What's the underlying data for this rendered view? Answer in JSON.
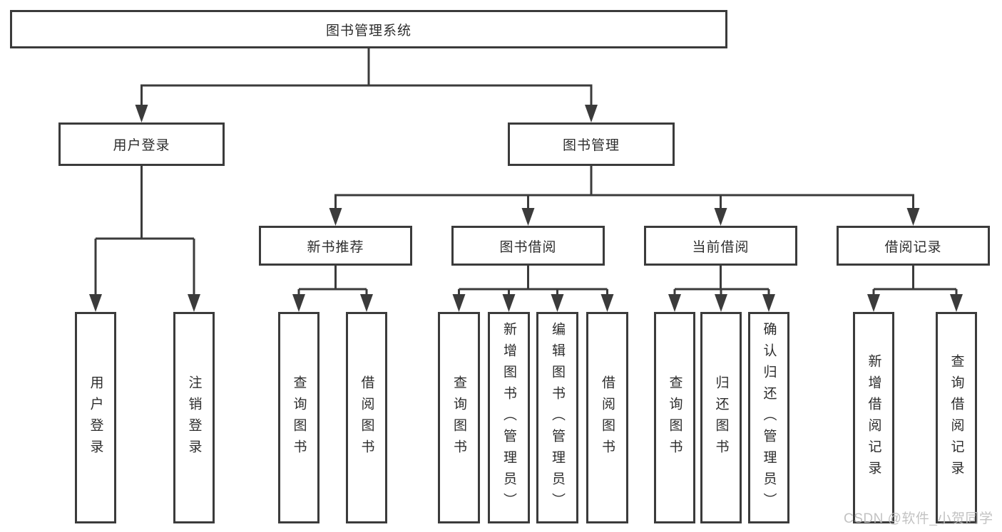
{
  "tree": {
    "label": "图书管理系统",
    "children": [
      {
        "label": "用户登录",
        "children": [
          {
            "label": "用户登录"
          },
          {
            "label": "注销登录"
          }
        ]
      },
      {
        "label": "图书管理",
        "children": [
          {
            "label": "新书推荐",
            "children": [
              {
                "label": "查询图书"
              },
              {
                "label": "借阅图书"
              }
            ]
          },
          {
            "label": "图书借阅",
            "children": [
              {
                "label": "查询图书"
              },
              {
                "label": "新增图书（管理员）"
              },
              {
                "label": "编辑图书（管理员）"
              },
              {
                "label": "借阅图书"
              }
            ]
          },
          {
            "label": "当前借阅",
            "children": [
              {
                "label": "查询图书"
              },
              {
                "label": "归还图书"
              },
              {
                "label": "确认归还（管理员）"
              }
            ]
          },
          {
            "label": "借阅记录",
            "children": [
              {
                "label": "新增借阅记录"
              },
              {
                "label": "查询借阅记录"
              }
            ]
          }
        ]
      }
    ]
  },
  "watermark": "CSDN @软件_小贺同学",
  "colors": {
    "line": "#3b3b3b",
    "text": "#2d2d2d",
    "watermark": "#bbbbbb",
    "background": "#ffffff"
  }
}
